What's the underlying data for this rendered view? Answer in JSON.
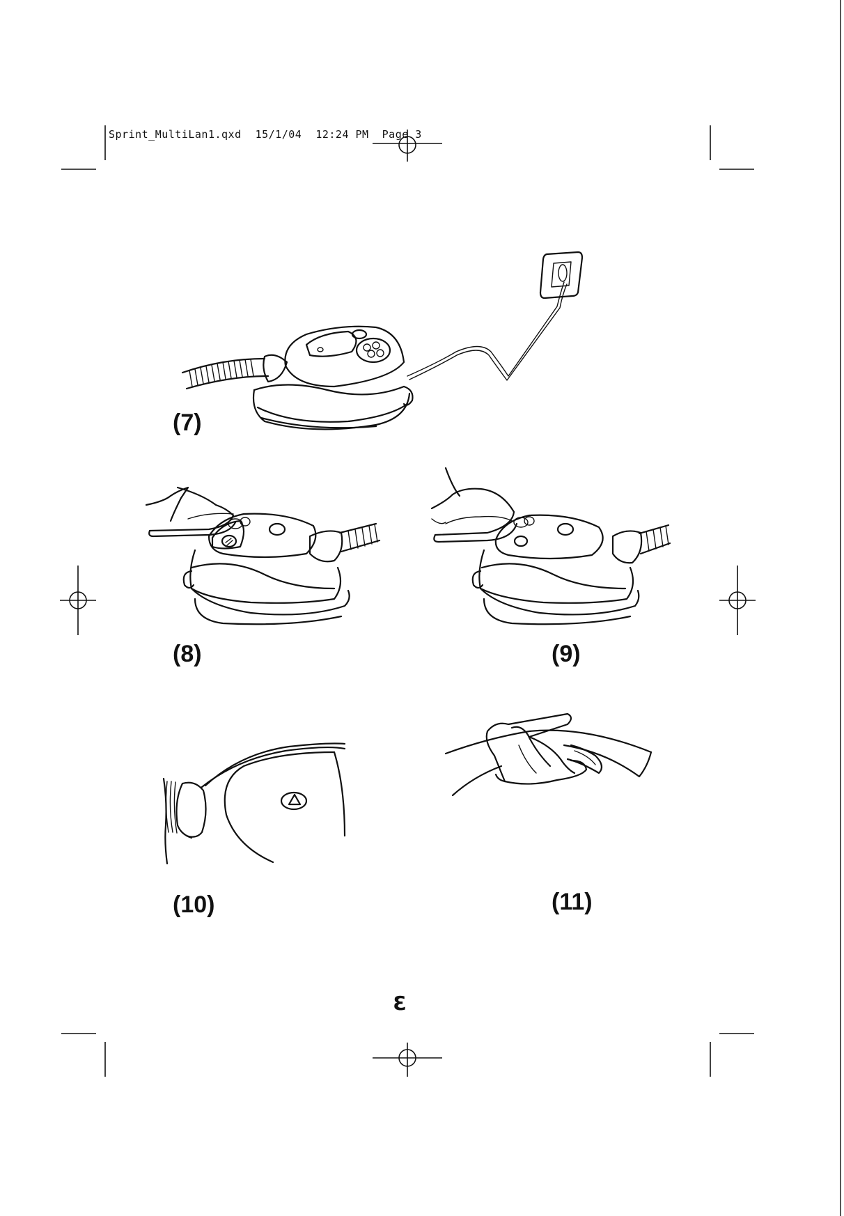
{
  "slug": {
    "filename": "Sprint_MultiLan1.qxd",
    "date": "15/1/04",
    "time": "12:24",
    "ampm": "PM",
    "page": "Page 3"
  },
  "figures": [
    {
      "label": "(7)"
    },
    {
      "label": "(8)"
    },
    {
      "label": "(9)"
    },
    {
      "label": "(10)"
    },
    {
      "label": "(11)"
    }
  ],
  "page_number": "3"
}
